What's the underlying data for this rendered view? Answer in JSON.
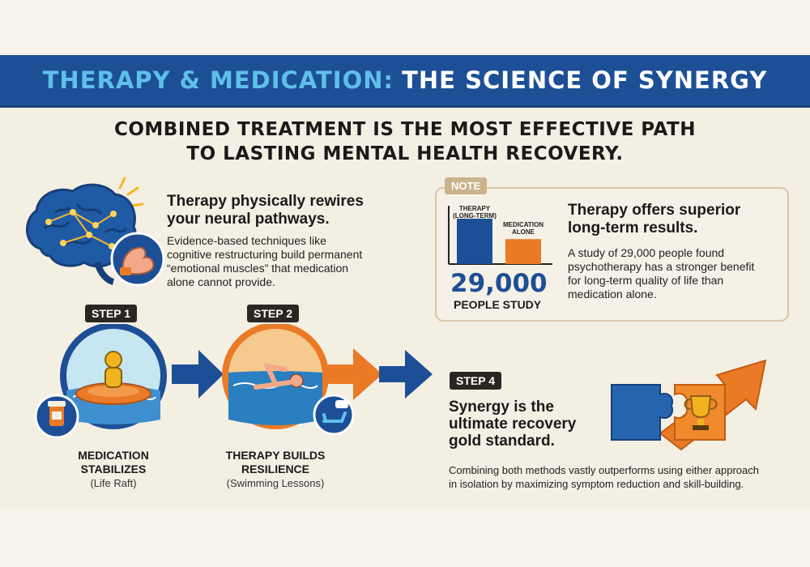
{
  "title": {
    "part1": "THERAPY & MEDICATION:",
    "part2": "THE SCIENCE OF SYNERGY"
  },
  "subtitle": {
    "line1": "COMBINED TREATMENT IS THE MOST EFFECTIVE PATH",
    "line2": "TO LASTING MENTAL HEALTH RECOVERY."
  },
  "brain_section": {
    "heading_line1": "Therapy physically rewires",
    "heading_line2": "your neural pathways.",
    "body_lines": [
      "Evidence-based techniques like",
      "cognitive restructuring build permanent",
      "“emotional muscles” that medication",
      "alone cannot provide."
    ],
    "icons": [
      "brain-icon",
      "flexed-arm-icon",
      "lightbulb-rays-icon"
    ]
  },
  "note_section": {
    "tag": "NOTE",
    "chart_label_therapy_1": "THERAPY",
    "chart_label_therapy_2": "(LONG-TERM)",
    "chart_label_medication_1": "MEDICATION",
    "chart_label_medication_2": "ALONE",
    "number": "29,000",
    "number_label": "PEOPLE STUDY",
    "heading_line1": "Therapy offers superior",
    "heading_line2": "long-term results.",
    "body_lines": [
      "A study of 29,000 people found",
      "psychotherapy has a stronger benefit",
      "for long-term quality of life than",
      "medication alone."
    ]
  },
  "chart_data": {
    "type": "bar",
    "categories": [
      "THERAPY (LONG-TERM)",
      "MEDICATION ALONE"
    ],
    "values": [
      1.0,
      0.55
    ],
    "colors": [
      "#1d4f97",
      "#ea7a26"
    ]
  },
  "steps": {
    "step1": {
      "tag": "STEP 1",
      "caption_line1": "MEDICATION",
      "caption_line2": "STABILIZES",
      "caption_sub": "(Life Raft)",
      "icons": [
        "person-on-raft-icon",
        "pill-bottle-icon"
      ]
    },
    "step2": {
      "tag": "STEP 2",
      "caption_line1": "THERAPY BUILDS",
      "caption_line2": "RESILIENCE",
      "caption_sub": "(Swimming Lessons)",
      "icons": [
        "swimmer-icon",
        "therapy-couch-icon"
      ]
    },
    "step4": {
      "tag": "STEP 4",
      "heading_lines": [
        "Synergy is the",
        "ultimate recovery",
        "gold standard."
      ],
      "body_lines": [
        "Combining both methods vastly outperforms using either approach",
        "in isolation by maximizing symptom reduction and skill-building."
      ],
      "icons": [
        "puzzle-pieces-icon",
        "trophy-icon",
        "upward-arrow-icon"
      ]
    }
  },
  "colors": {
    "blue": "#1d4f97",
    "light_blue": "#5ec0e8",
    "orange": "#ea7a26",
    "cream": "#f4efe3",
    "dark": "#2b2623"
  }
}
